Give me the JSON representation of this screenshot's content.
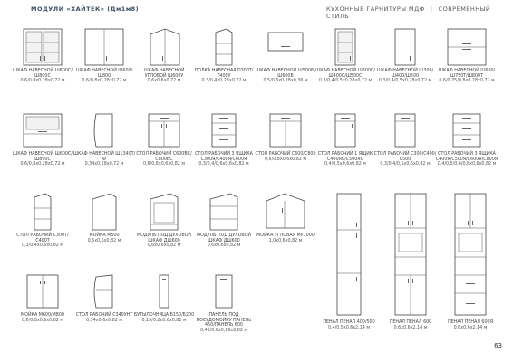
{
  "header": {
    "left": "МОДУЛИ «ХАЙТЕК» (Дм1м8)",
    "right_a": "КУХОННЫЕ ГАРНИТУРЫ МДФ",
    "right_b": "СОВРЕМЕННЫЙ СТИЛЬ"
  },
  "page_number": "63",
  "items": [
    {
      "name": "ШКАФ НАВЕСНОЙ Ш600С/Ш800С",
      "size": "0,6/0,8х0,28х0,72 м"
    },
    {
      "name": "ШКАФ НАВЕСНОЙ Ш600/Ш800",
      "size": "0,6/0,8х0,28х0,72 м"
    },
    {
      "name": "ШКАФ НАВЕСНОЙ УГЛОВОЙ Ш600У",
      "size": "0,6х0,6х0,72 м"
    },
    {
      "name": "ПОЛКА НАВЕСНАЯ П300Т/Т400У",
      "size": "0,3/0,4х0,28х0,72 м"
    },
    {
      "name": "ШКАФ НАВЕСНОЙ Ш500Б/Ш600Б",
      "size": "0,5/0,6х0,28х0,36 м"
    },
    {
      "name": "ШКАФ НАВЕСНОЙ Ш300С/Ш400С/Ш500С",
      "size": "0,3/0,4/0,5х0,28х0,72 м"
    },
    {
      "name": "ШКАФ НАВЕСНОЙ Ш300/Ш400/Ш500",
      "size": "0,3/0,4/0,5х0,28х0,72 м"
    },
    {
      "name": "ШКАФ НАВЕСНОЙ Ш600/Ш750Т/Ш800Т",
      "size": "0,6/0,75/0,8х0,28х0,72 м"
    },
    {
      "name": "ШКАФ НАВЕСНОЙ Ш600С/Ш800С",
      "size": "0,6/0,8х0,28х0,72 м"
    },
    {
      "name": "ШКАФ НАВЕСНОЙ Ш1340Т/Ф",
      "size": "0,34х0,28х0,72 м"
    },
    {
      "name": "СТОЛ РАБОЧИЙ С600ВС/С800ВС",
      "size": "0,6/0,8х0,6х0,82 м"
    },
    {
      "name": "СТОЛ РАБОЧИЙ 3 ЯЩИКА С300Я/С400Я/С600Я",
      "size": "0,3/0,4/0,6х0,6х0,82 м"
    },
    {
      "name": "СТОЛ РАБОЧИЙ С600/С800",
      "size": "0,6/0,8х0,6х0,82 м"
    },
    {
      "name": "СТОЛ РАБОЧИЙ 1 ЯЩИК С400ЯС/С500ЯС",
      "size": "0,4/0,5х0,6х0,82 м"
    },
    {
      "name": "СТОЛ РАБОЧИЙ С300/С400/С500",
      "size": "0,3/0,4/0,5х0,6х0,82 м"
    },
    {
      "name": "СТОЛ РАБОЧИЙ 3 ЯЩИКА С400Я/С500Я/С600Я/С800Я",
      "size": "0,4/0,5/0,6/0,8х0,6х0,82 м"
    },
    {
      "name": "СТОЛ РАБОЧИЙ С300Т/С400Т",
      "size": "0,3/0,4х0,6х0,82 м"
    },
    {
      "name": "МОЙКА М500",
      "size": "0,5х0,6х0,82 м"
    },
    {
      "name": "МОДУЛЬ ПОД ДУХОВОЙ ШКАФ ДШ600",
      "size": "0,6х0,6х0,82 м"
    },
    {
      "name": "МОДУЛЬ ПОД ДУХОВОЙ ШКАФ ДШ600",
      "size": "0,6х0,6х0,82 м"
    },
    {
      "name": "МОЙКА УГЛОВАЯ МУ1000",
      "size": "1,0х0,6х0,82 м"
    },
    {
      "name": "МОЙКА М600/М800",
      "size": "0,6/0,8х0,6х0,82 м"
    },
    {
      "name": "СТОЛ РАБОЧИЙ С340УНТ",
      "size": "0,34х0,6х0,82 м"
    },
    {
      "name": "БУТЫЛОЧНИЦА Б150/Б200",
      "size": "0,15/0,2х0,6х0,82 м"
    },
    {
      "name": "ПАНЕЛЬ ПОД ПОСУДОМОЙКУ ПАНЕЛЬ 450/ПАНЕЛЬ 600",
      "size": "0,45/0,6х0,16х0,82 м"
    },
    {
      "name": "ПЕНАЛ ПЕНАЛ 400/500",
      "size": "0,4/0,5х0,6х2,14 м"
    },
    {
      "name": "ПЕНАЛ ПЕНАЛ 600",
      "size": "0,6х0,6х2,14 м"
    },
    {
      "name": "ПЕНАЛ ПЕНАЛ 600Я",
      "size": "0,6х0,6х2,14 м"
    }
  ]
}
